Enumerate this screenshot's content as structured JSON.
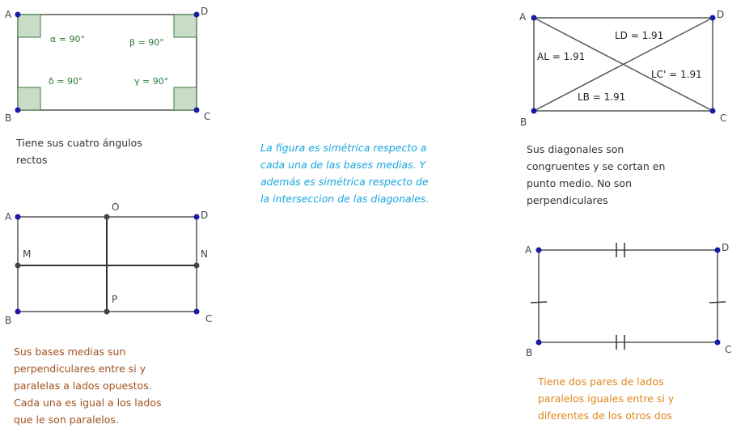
{
  "colors": {
    "vertex_blue": "#1a1aa6",
    "mid_point": "#444444",
    "angle_fill": "#c8dcc8",
    "angle_text": "#2e7d32",
    "blue_text": "#1aa5e0",
    "brown_text": "#a0521e",
    "orange_text": "#e0861c",
    "dark_text": "#333333"
  },
  "figure_angles": {
    "vertices": {
      "a": "A",
      "b": "B",
      "c": "C",
      "d": "D"
    },
    "angles": {
      "alpha": "α = 90°",
      "beta": "β = 90°",
      "delta": "δ = 90°",
      "gamma": "γ = 90°"
    },
    "caption": "Tiene sus cuatro ángulos\nrectos"
  },
  "figure_diagonals": {
    "vertices": {
      "a": "A",
      "b": "B",
      "c": "C",
      "d": "D"
    },
    "measures": {
      "ld": "LD = 1.91",
      "al": "AL = 1.91",
      "lc": "LC' = 1.91",
      "lb": "LB = 1.91"
    },
    "caption": "Sus diagonales son\ncongruentes y se cortan en\npunto medio. No son\nperpendiculares"
  },
  "center_note": "La figura es simétrica respecto a\ncada una de las bases medias. Y\nademás es simétrica respecto de\nla interseccion de las diagonales.",
  "figure_medians": {
    "vertices": {
      "a": "A",
      "b": "B",
      "c": "C",
      "d": "D",
      "o": "O",
      "m": "M",
      "n": "N",
      "p": "P"
    },
    "caption": "Sus bases medias sun\nperpendiculares entre si y\nparalelas a lados opuestos.\nCada una es igual a los lados\nque le son paralelos."
  },
  "figure_sides": {
    "vertices": {
      "a": "A",
      "b": "B",
      "c": "C",
      "d": "D"
    },
    "caption": "Tiene dos pares de lados\nparalelos iguales entre si y\ndiferentes de los otros dos"
  }
}
